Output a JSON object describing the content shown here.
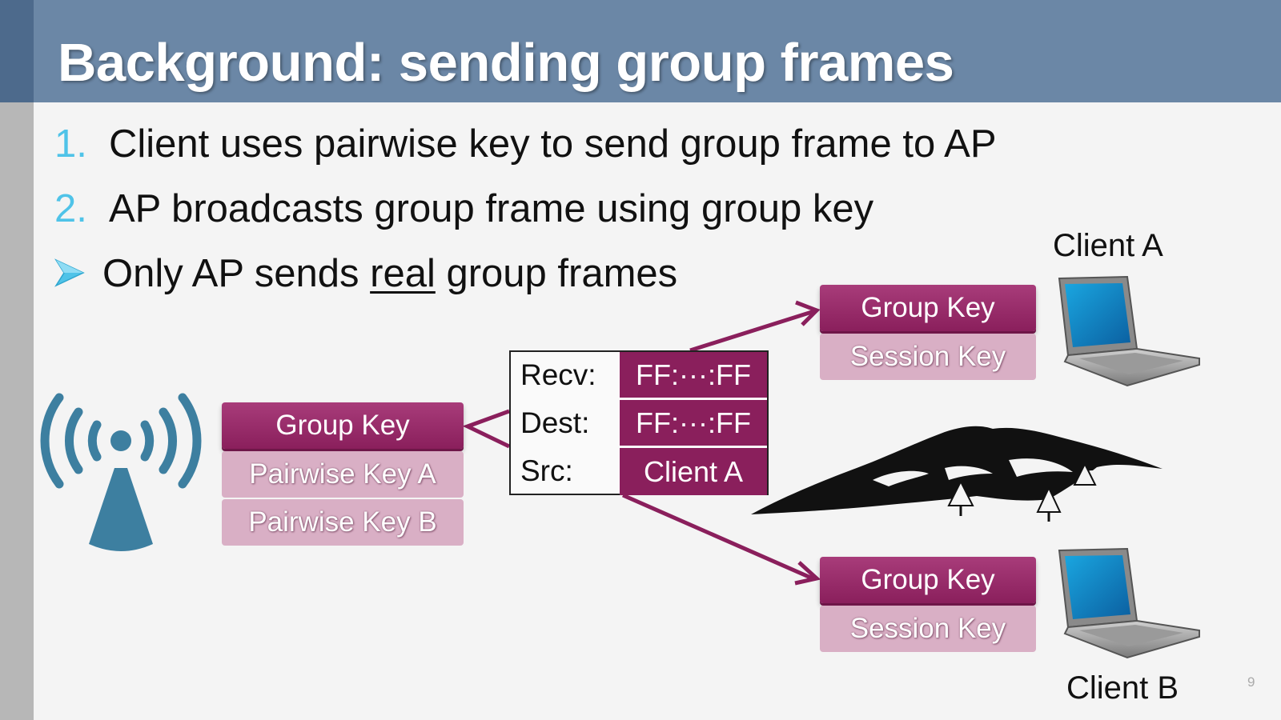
{
  "slide": {
    "title": "Background: sending group frames",
    "page_number": "9"
  },
  "bullets": [
    {
      "marker": "1.",
      "text": "Client uses pairwise key to send group frame to AP"
    },
    {
      "marker": "2.",
      "text": "AP broadcasts group frame using group key"
    },
    {
      "text_before": "Only AP sends ",
      "underlined": "real",
      "text_after": " group frames"
    }
  ],
  "access_point": {
    "icon": "wireless-tower-icon",
    "keys": {
      "group": "Group Key",
      "pairwise_a": "Pairwise Key A",
      "pairwise_b": "Pairwise Key B"
    }
  },
  "frame": {
    "recv_label": "Recv:",
    "recv_value": "FF:···:FF",
    "dest_label": "Dest:",
    "dest_value": "FF:···:FF",
    "src_label": "Src:",
    "src_value": "Client A"
  },
  "client_a": {
    "label": "Client A",
    "group_key": "Group Key",
    "session_key": "Session Key",
    "icon": "laptop-icon"
  },
  "client_b": {
    "label": "Client B",
    "group_key": "Group Key",
    "session_key": "Session Key",
    "icon": "laptop-icon"
  },
  "colors": {
    "header": "#6b87a6",
    "group_key": "#8a1f5c",
    "soft_key": "#d9afc5",
    "number_accent": "#4fc3e8",
    "icon_blue": "#3d7fa0"
  }
}
